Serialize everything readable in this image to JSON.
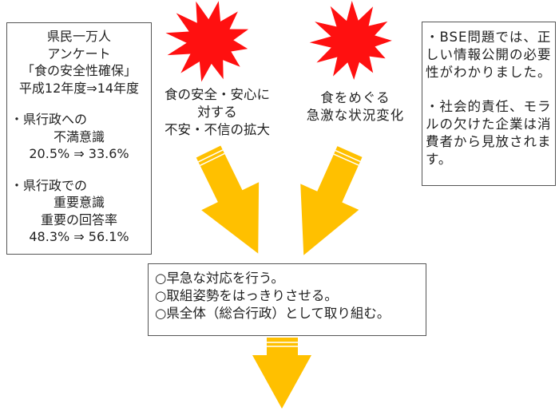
{
  "left_box": {
    "title_lines": [
      "県民一万人",
      "アンケート",
      "「食の安全性確保」",
      "平成12年度⇒14年度"
    ],
    "item1_label": "・県行政への",
    "item1_label2": "不満意識",
    "item1_values": "20.5% ⇒ 33.6%",
    "item2_label": "・県行政での",
    "item2_label2": "重要意識",
    "item2_label3": "重要の回答率",
    "item2_values": "48.3% ⇒ 56.1%"
  },
  "burst1": {
    "lines": [
      "食の安全・安心に",
      "対する",
      "不安・不信の拡大"
    ]
  },
  "burst2": {
    "lines": [
      "食をめぐる",
      "急激な状況変化"
    ]
  },
  "right_box": {
    "para1": "・BSE問題では、正しい情報公開の必要性がわかりました。",
    "para2": "・社会的責任、モラルの欠けた企業は消費者から見放されます。"
  },
  "mid_box": {
    "lines": [
      "○早急な対応を行う。",
      "○取組姿勢をはっきりさせる。",
      "○県全体（総合行政）として取り組む。"
    ]
  },
  "colors": {
    "burst": "#ff1010",
    "arrow": "#ffc000",
    "border": "#555555"
  }
}
